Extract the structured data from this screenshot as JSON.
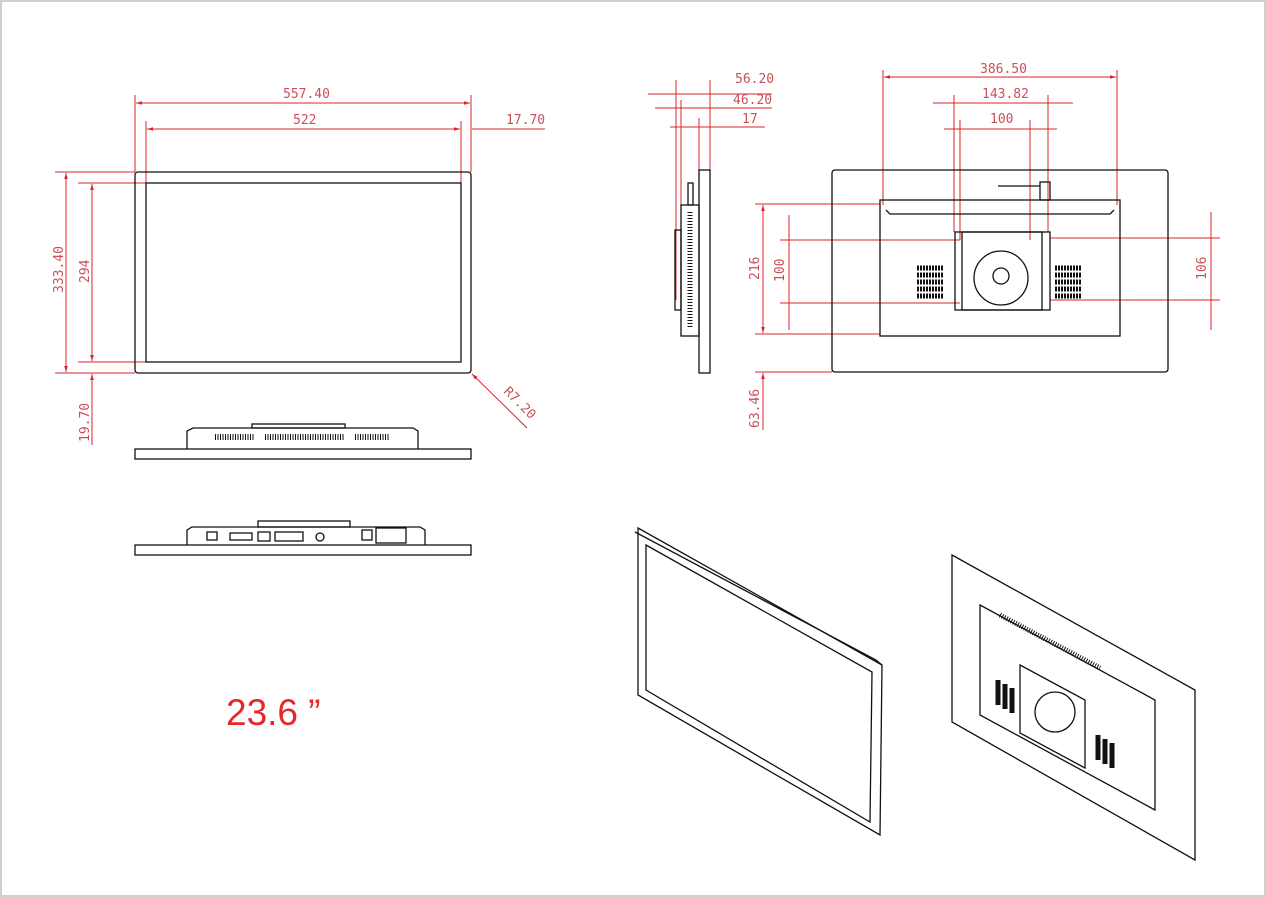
{
  "title": "23.6 ”",
  "colors": {
    "dimension": "#d8232a",
    "outline": "#111111",
    "title": "#e8262b"
  },
  "front_view": {
    "width_outer": "557.40",
    "width_inner": "522",
    "bezel_side": "17.70",
    "height_outer": "333.40",
    "height_inner": "294",
    "bezel_bottom": "19.70",
    "corner_radius": "R7.20"
  },
  "side_view": {
    "depth_total": "56.20",
    "depth_housing": "46.20",
    "depth_panel": "17"
  },
  "back_view": {
    "housing_width": "386.50",
    "plate_width": "143.82",
    "vesa_h": "100",
    "housing_height": "216",
    "vesa_v": "100",
    "plate_height": "106",
    "bottom_offset": "63.46"
  }
}
